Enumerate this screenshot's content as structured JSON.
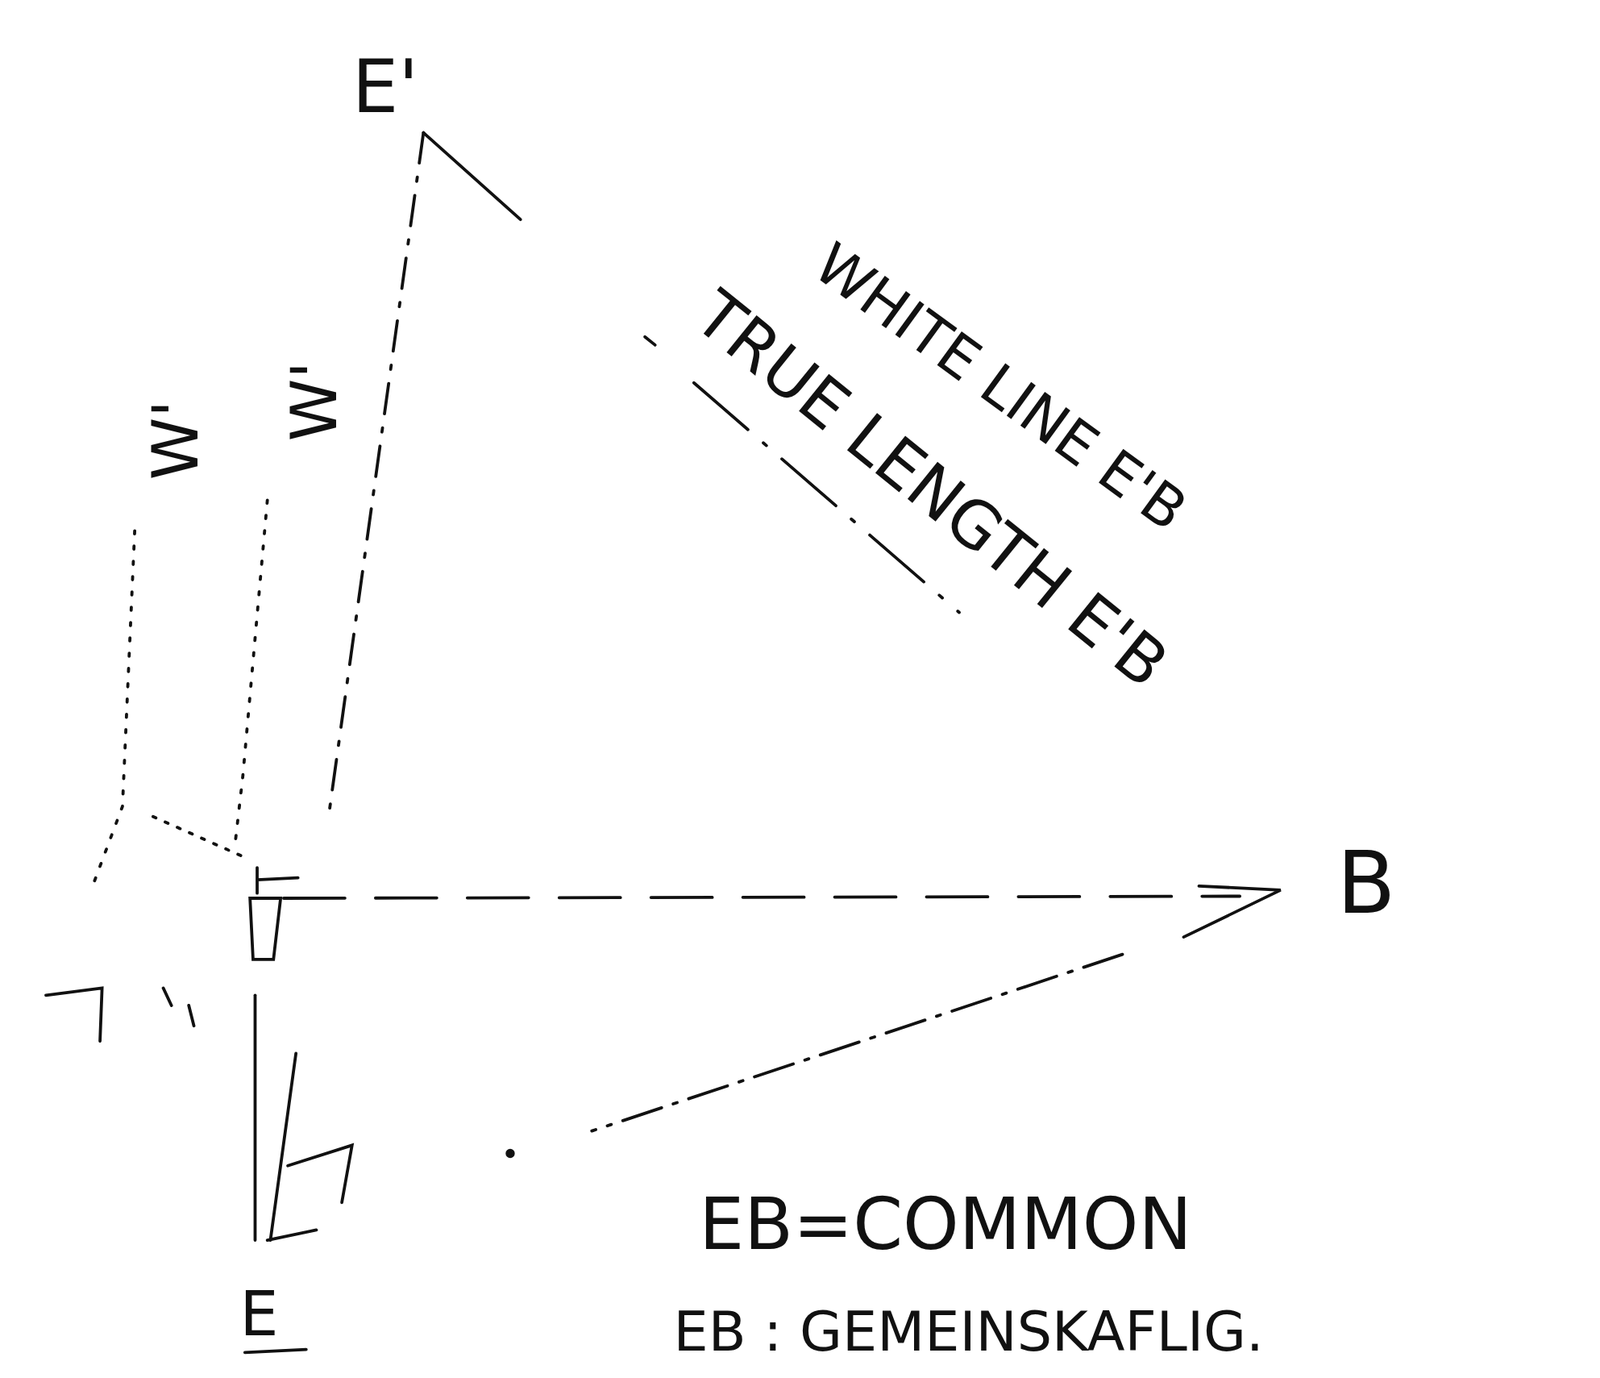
{
  "diagram": {
    "labels": [
      "E'",
      "W'",
      "W'",
      "WHITE LINE E'B",
      "TRUE LENGTH E'B",
      "B",
      "E",
      "EB=COMMON",
      "EB : GEMEINSKAFLIG."
    ]
  }
}
